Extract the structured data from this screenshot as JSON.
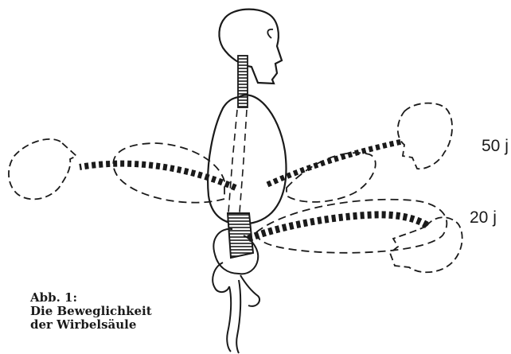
{
  "labels": {
    "age_50": "50 j",
    "age_20": "20 j"
  },
  "caption": {
    "line1": "Abb. 1:",
    "line2": "Die Beweglichkeit",
    "line3": "der Wirbelsäule"
  },
  "colors": {
    "ink": "#1a1a1a",
    "paper": "#ffffff"
  }
}
